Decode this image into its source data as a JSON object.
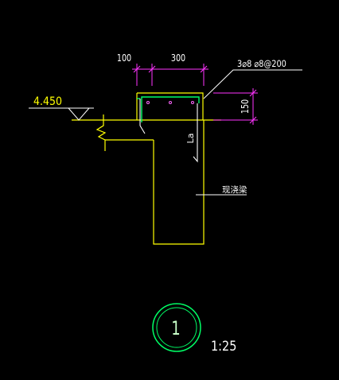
{
  "colors": {
    "background": "#000000",
    "yellow": "#ffff00",
    "white": "#ffffff",
    "magenta": "#ff33ff",
    "green": "#00ff66",
    "pale_green": "#c8ffc8"
  },
  "dimensions": {
    "left_width": "100",
    "right_width": "300",
    "height": "150"
  },
  "labels": {
    "rebar_callout": "3⌀8 ⌀8@200",
    "elevation": "4.450",
    "anchorage": "La",
    "beam": "现浇梁"
  },
  "detail": {
    "number": "1",
    "scale": "1:25"
  }
}
